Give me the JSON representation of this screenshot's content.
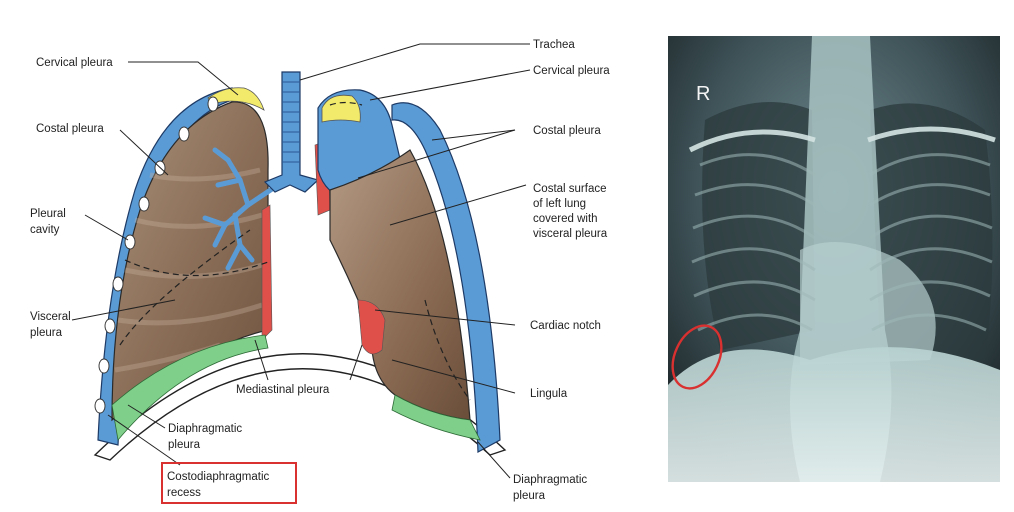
{
  "labels": {
    "cervical_left": "Cervical pleura",
    "costal_left": "Costal pleura",
    "pleural_cavity_1": "Pleural",
    "pleural_cavity_2": "cavity",
    "visceral_1": "Visceral",
    "visceral_2": "pleura",
    "trachea": "Trachea",
    "cervical_right": "Cervical pleura",
    "costal_right": "Costal pleura",
    "costal_surface_1": "Costal surface",
    "costal_surface_2": "of left lung",
    "costal_surface_3": "covered with",
    "costal_surface_4": "visceral pleura",
    "cardiac_notch": "Cardiac notch",
    "lingula": "Lingula",
    "mediastinal": "Mediastinal pleura",
    "diaphragmatic_left_1": "Diaphragmatic",
    "diaphragmatic_left_2": "pleura",
    "recess_1": "Costodiaphragmatic",
    "recess_2": "recess",
    "diaphragmatic_right_1": "Diaphragmatic",
    "diaphragmatic_right_2": "pleura"
  },
  "xray": {
    "side_marker": "R"
  },
  "colors": {
    "pleura_blue": "#5b9bd5",
    "lung_brown": "#8a6a52",
    "cervical_yellow": "#f2ea6a",
    "diaphragm_green": "#7fcf8a",
    "mediastinum_red": "#e0504a",
    "highlight_red": "#d93030"
  }
}
